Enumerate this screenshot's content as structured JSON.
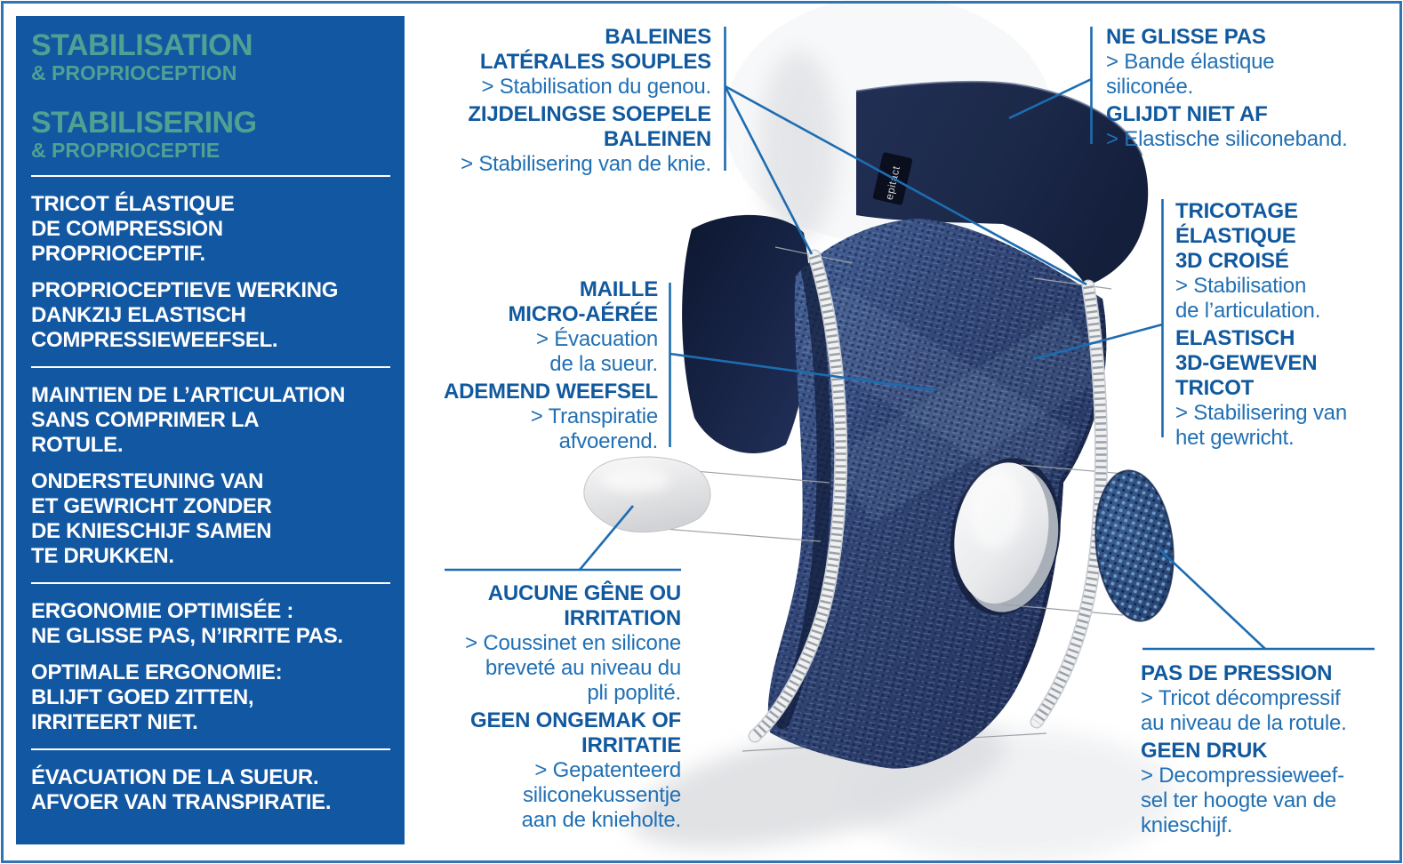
{
  "meta": {
    "brand_label": "epitact"
  },
  "colors": {
    "panel_blue": "#1257a2",
    "heading_teal": "#4fa193",
    "callout_bold_blue": "#11599e",
    "callout_text_blue": "#2170b4",
    "connector_blue": "#1d6cb1",
    "frame_blue": "#3273b4",
    "strap_navy": "#1d2a4e",
    "sleeve_navy": "#32497a"
  },
  "left_panel": {
    "title_fr": "STABILISATION",
    "subtitle_fr": "& PROPRIOCEPTION",
    "title_nl": "STABILISERING",
    "subtitle_nl": "& PROPRIOCEPTIE",
    "groups": [
      {
        "fr": "TRICOT ÉLASTIQUE\nDE COMPRESSION\nPROPRIOCEPTIF.",
        "nl": "PROPRIOCEPTIEVE WERKING\nDANKZIJ ELASTISCH\nCOMPRESSIEWEEFSEL."
      },
      {
        "fr": "MAINTIEN DE L’ARTICULATION\nSANS COMPRIMER LA\nROTULE.",
        "nl": "ONDERSTEUNING VAN\nET GEWRICHT ZONDER\nDE KNIESCHIJF SAMEN\nTE DRUKKEN."
      },
      {
        "fr": "ERGONOMIE OPTIMISÉE :\nNE GLISSE PAS, N’IRRITE PAS.",
        "nl": "OPTIMALE ERGONOMIE:\nBLIJFT GOED ZITTEN,\nIRRITEERT NIET."
      },
      {
        "fr": "ÉVACUATION DE LA SUEUR.",
        "nl": "AFVOER VAN TRANSPIRATIE."
      }
    ]
  },
  "callouts": {
    "side_stays": {
      "fr_title": "BALEINES\nLATÉRALES SOUPLES",
      "fr_desc": "> Stabilisation du genou.",
      "nl_title": "ZIJDELINGSE SOEPELE\nBALEINEN",
      "nl_desc": "> Stabilisering van de knie."
    },
    "no_slip": {
      "fr_title": "NE GLISSE PAS",
      "fr_desc": "> Bande élastique\nsiliconée.",
      "nl_title": "GLIJDT NIET AF",
      "nl_desc": "> Elastische siliconeband."
    },
    "knit_3d": {
      "fr_title": "TRICOTAGE\nÉLASTIQUE\n3D CROISÉ",
      "fr_desc": "> Stabilisation\nde l’articulation.",
      "nl_title": "ELASTISCH\n3D-GEWEVEN\nTRICOT",
      "nl_desc": "> Stabilisering van\nhet gewricht."
    },
    "micro_mesh": {
      "fr_title": "MAILLE\nMICRO-AÉRÉE",
      "fr_desc": "> Évacuation\nde la sueur.",
      "nl_title": "ADEMEND WEEFSEL",
      "nl_desc": "> Transpiratie\nafvoerend."
    },
    "no_irritation": {
      "fr_title": "AUCUNE GÊNE OU\nIRRITATION",
      "fr_desc": "> Coussinet en silicone\nbreveté au niveau du\npli poplité.",
      "nl_title": "GEEN ONGEMAK OF\nIRRITATIE",
      "nl_desc": "> Gepatenteerd\nsiliconekussentje\naan de knieholte."
    },
    "no_pressure": {
      "fr_title": "PAS DE PRESSION",
      "fr_desc": "> Tricot décompressif\nau niveau de la rotule.",
      "nl_title": "GEEN DRUK",
      "nl_desc": "> Decompressieweef-\nsel ter hoogte van de\nknieschijf."
    }
  }
}
